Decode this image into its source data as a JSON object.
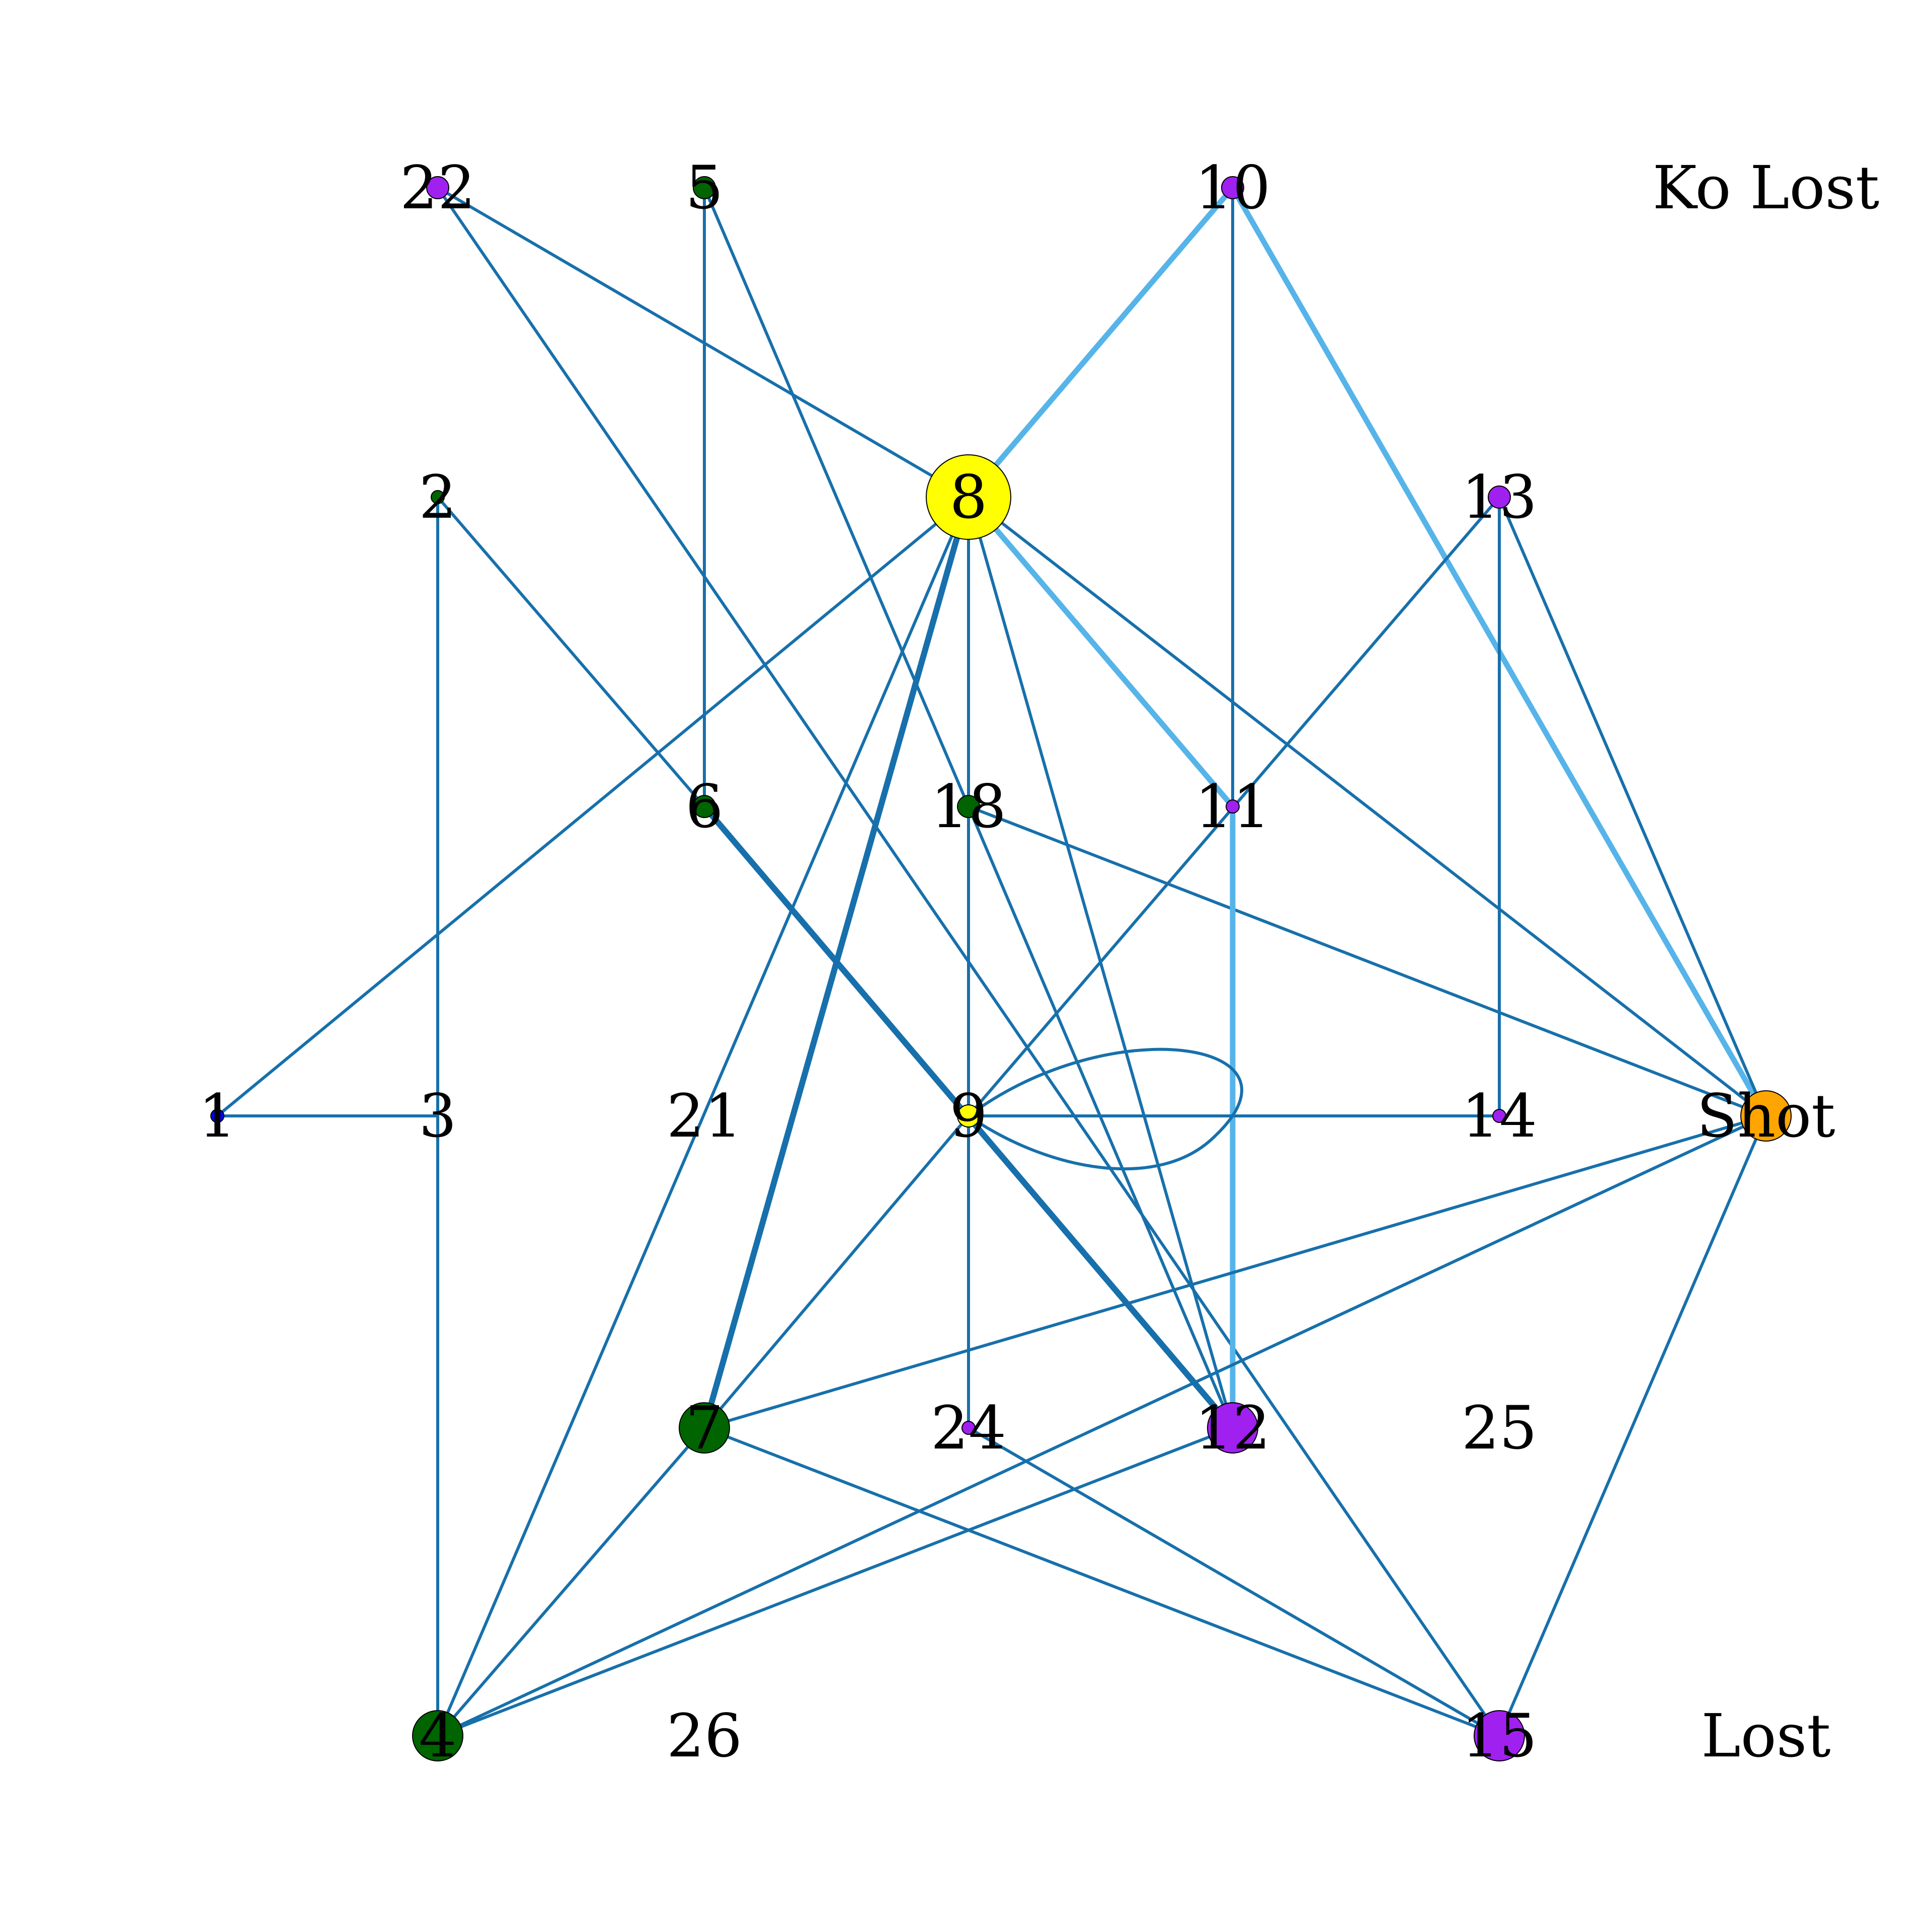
{
  "colors": {
    "edge": "#1770ab",
    "edge_heavy": "#56b4e9",
    "green": "#006400",
    "purple": "#a020f0",
    "yellow": "#ffff00",
    "blue": "#0000ff",
    "orange": "#ffa500",
    "label": "#000000"
  },
  "nodes": [
    {
      "id": "22",
      "label": "22",
      "color": "purple",
      "size": "small"
    },
    {
      "id": "5",
      "label": "5",
      "color": "green",
      "size": "small"
    },
    {
      "id": "10",
      "label": "10",
      "color": "purple",
      "size": "small"
    },
    {
      "id": "KoLost",
      "label": "Ko Lost",
      "color": "",
      "size": "none"
    },
    {
      "id": "2",
      "label": "2",
      "color": "green",
      "size": "tiny"
    },
    {
      "id": "8",
      "label": "8",
      "color": "yellow",
      "size": "xlarge"
    },
    {
      "id": "13",
      "label": "13",
      "color": "purple",
      "size": "small"
    },
    {
      "id": "6",
      "label": "6",
      "color": "green",
      "size": "small"
    },
    {
      "id": "18",
      "label": "18",
      "color": "green",
      "size": "small"
    },
    {
      "id": "11",
      "label": "11",
      "color": "purple",
      "size": "tiny"
    },
    {
      "id": "1",
      "label": "1",
      "color": "blue",
      "size": "tiny"
    },
    {
      "id": "3",
      "label": "3",
      "color": "",
      "size": "none"
    },
    {
      "id": "21",
      "label": "21",
      "color": "",
      "size": "none"
    },
    {
      "id": "9",
      "label": "9",
      "color": "yellow",
      "size": "small"
    },
    {
      "id": "14",
      "label": "14",
      "color": "purple",
      "size": "tiny"
    },
    {
      "id": "Shot",
      "label": "Shot",
      "color": "orange",
      "size": "medium"
    },
    {
      "id": "7",
      "label": "7",
      "color": "green",
      "size": "medium"
    },
    {
      "id": "24",
      "label": "24",
      "color": "purple",
      "size": "tiny"
    },
    {
      "id": "12",
      "label": "12",
      "color": "purple",
      "size": "medium"
    },
    {
      "id": "25",
      "label": "25",
      "color": "",
      "size": "none"
    },
    {
      "id": "4",
      "label": "4",
      "color": "green",
      "size": "medium"
    },
    {
      "id": "26",
      "label": "26",
      "color": "",
      "size": "none"
    },
    {
      "id": "15",
      "label": "15",
      "color": "purple",
      "size": "medium"
    },
    {
      "id": "Lost",
      "label": "Lost",
      "color": "",
      "size": "none"
    }
  ],
  "edges": [
    {
      "from": "22",
      "to": "8",
      "weight": 1
    },
    {
      "from": "22",
      "to": "15",
      "weight": 1
    },
    {
      "from": "5",
      "to": "6",
      "weight": 1
    },
    {
      "from": "5",
      "to": "18",
      "weight": 1
    },
    {
      "from": "10",
      "to": "8",
      "weight": 3
    },
    {
      "from": "10",
      "to": "11",
      "weight": 1
    },
    {
      "from": "10",
      "to": "Shot",
      "weight": 3
    },
    {
      "from": "2",
      "to": "4",
      "weight": 1
    },
    {
      "from": "2",
      "to": "6",
      "weight": 1
    },
    {
      "from": "8",
      "to": "1",
      "weight": 1
    },
    {
      "from": "8",
      "to": "7",
      "weight": 2
    },
    {
      "from": "8",
      "to": "4",
      "weight": 1
    },
    {
      "from": "8",
      "to": "9",
      "weight": 1
    },
    {
      "from": "8",
      "to": "11",
      "weight": 3
    },
    {
      "from": "8",
      "to": "12",
      "weight": 1
    },
    {
      "from": "8",
      "to": "Shot",
      "weight": 1
    },
    {
      "from": "13",
      "to": "14",
      "weight": 1
    },
    {
      "from": "13",
      "to": "9",
      "weight": 1
    },
    {
      "from": "13",
      "to": "Shot",
      "weight": 1
    },
    {
      "from": "6",
      "to": "12",
      "weight": 2
    },
    {
      "from": "18",
      "to": "Shot",
      "weight": 1
    },
    {
      "from": "18",
      "to": "12",
      "weight": 1
    },
    {
      "from": "11",
      "to": "12",
      "weight": 3
    },
    {
      "from": "1",
      "to": "3",
      "weight": 1
    },
    {
      "from": "9",
      "to": "9",
      "weight": 1
    },
    {
      "from": "9",
      "to": "14",
      "weight": 1
    },
    {
      "from": "9",
      "to": "24",
      "weight": 1
    },
    {
      "from": "9",
      "to": "7",
      "weight": 1
    },
    {
      "from": "Shot",
      "to": "7",
      "weight": 1
    },
    {
      "from": "Shot",
      "to": "4",
      "weight": 1
    },
    {
      "from": "Shot",
      "to": "15",
      "weight": 1
    },
    {
      "from": "7",
      "to": "4",
      "weight": 1
    },
    {
      "from": "7",
      "to": "15",
      "weight": 1
    },
    {
      "from": "24",
      "to": "15",
      "weight": 1
    },
    {
      "from": "12",
      "to": "4",
      "weight": 1
    }
  ]
}
